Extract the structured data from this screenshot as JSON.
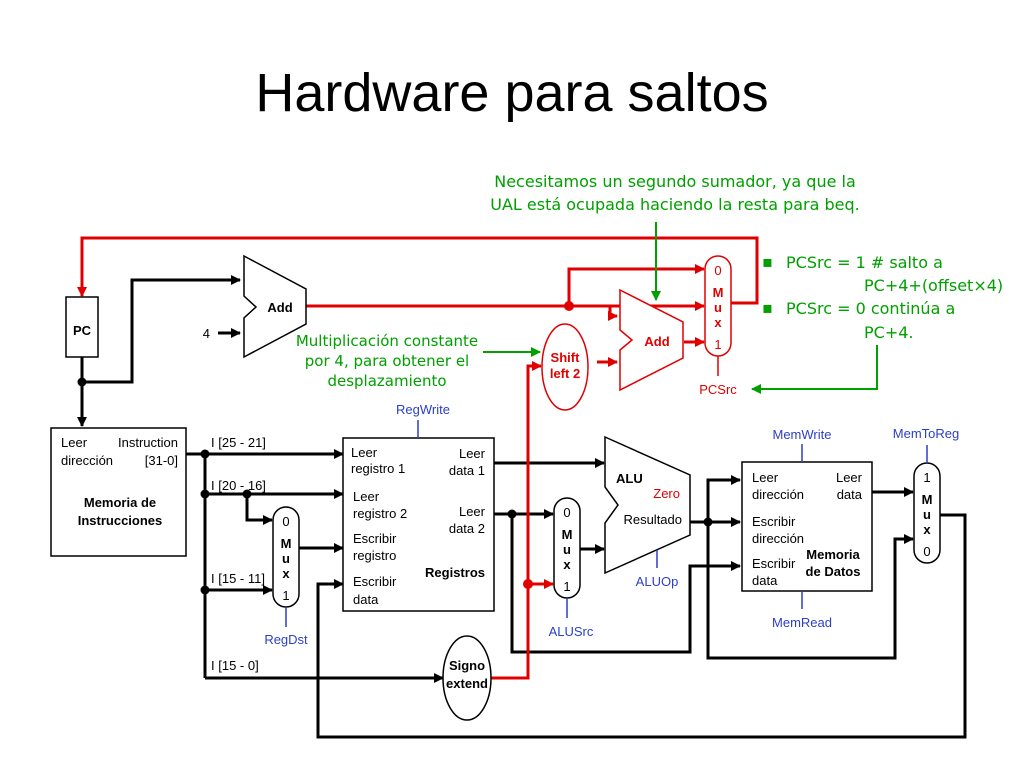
{
  "title": "Hardware para saltos",
  "notes": {
    "adder": [
      "Necesitamos un segundo sumador, ya que la",
      "UAL está ocupada haciendo la resta para beq."
    ],
    "shift": [
      "Multiplicación constante",
      "por 4, para obtener el",
      "desplazamiento"
    ],
    "bullets": [
      {
        "bullet": "▪",
        "line1": "PCSrc = 1 # salto a",
        "line2": "PC+4+(offset×4)"
      },
      {
        "bullet": "▪",
        "line1": "PCSrc = 0 continúa a",
        "line2": "PC+4."
      }
    ]
  },
  "blocks": {
    "pc": "PC",
    "const4": "4",
    "add1": "Add",
    "add2": "Add",
    "shift": [
      "Shift",
      "left 2"
    ],
    "sign": [
      "Signo",
      "extend"
    ],
    "instr_mem": {
      "read_addr": [
        "Leer",
        "dirección"
      ],
      "instruction": [
        "Instruction",
        "[31-0]"
      ],
      "name": [
        "Memoria de",
        "Instrucciones"
      ]
    },
    "regs": {
      "rr1": [
        "Leer",
        "registro 1"
      ],
      "rr2": [
        "Leer",
        "registro 2"
      ],
      "wr": [
        "Escribir",
        "registro"
      ],
      "wd": [
        "Escribir",
        "data"
      ],
      "rd1": [
        "Leer",
        "data 1"
      ],
      "rd2": [
        "Leer",
        "data 2"
      ],
      "name": "Registros"
    },
    "alu": {
      "name": "ALU",
      "zero": "Zero",
      "result": "Resultado"
    },
    "data_mem": {
      "addr": [
        "Leer",
        "dirección"
      ],
      "read_data": [
        "Leer",
        "data"
      ],
      "write_addr": [
        "Escribir",
        "dirección"
      ],
      "write_data": [
        "Escribir",
        "data"
      ],
      "name": [
        "Memoria",
        "de Datos"
      ]
    },
    "mux_letters": [
      "M",
      "u",
      "x"
    ],
    "mux_regdst": {
      "top": "0",
      "bottom": "1"
    },
    "mux_alusrc": {
      "top": "0",
      "bottom": "1"
    },
    "mux_memtoreg": {
      "top": "1",
      "bottom": "0"
    },
    "mux_pcsrc": {
      "top": "0",
      "bottom": "1"
    }
  },
  "fields": {
    "f1": "I [25 - 21]",
    "f2": "I [20 - 16]",
    "f3": "I [15 - 11]",
    "f4": "I [15 - 0]"
  },
  "control": {
    "regwrite": "RegWrite",
    "regdst": "RegDst",
    "alusrc": "ALUSrc",
    "aluop": "ALUOp",
    "memwrite": "MemWrite",
    "memread": "MemRead",
    "memtoreg": "MemToReg",
    "pcsrc": "PCSrc"
  },
  "colors": {
    "wire": "#000000",
    "branch": "#e00000",
    "note": "#00a000",
    "control": "#2b3fc8"
  }
}
